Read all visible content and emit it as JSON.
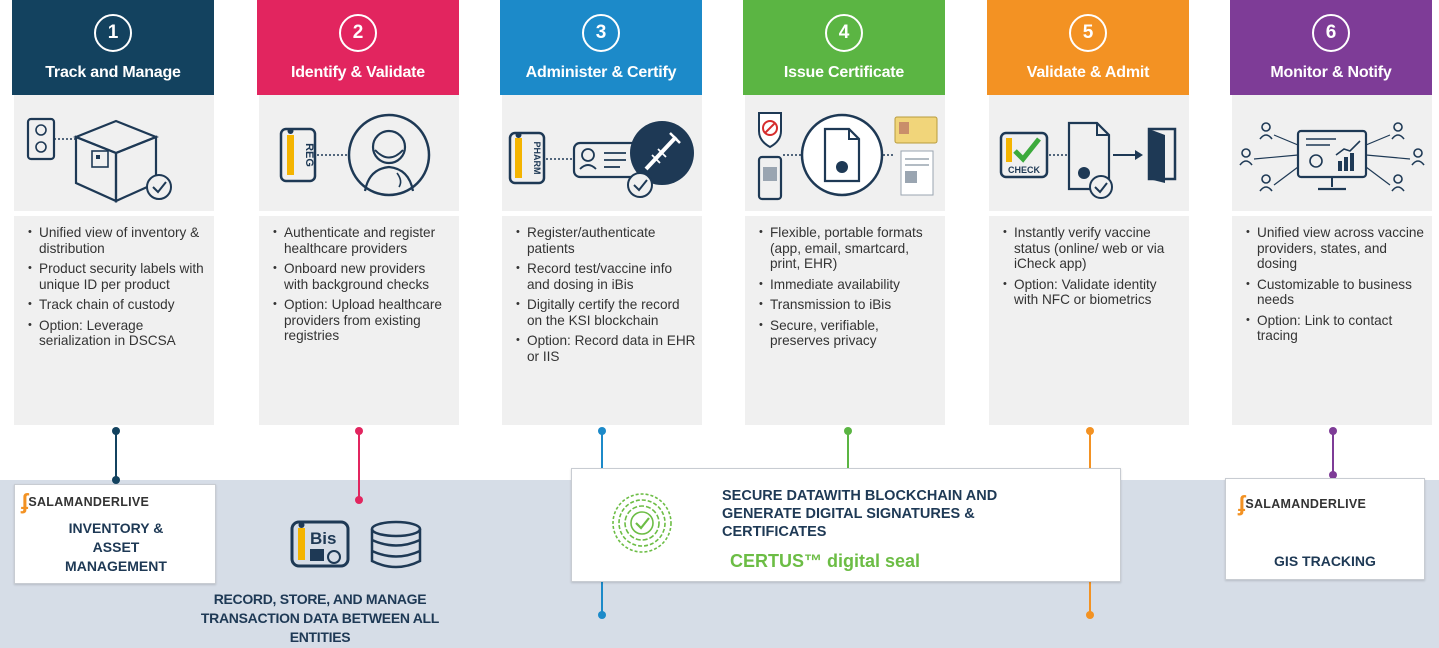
{
  "colors": {
    "step1": "#13425f",
    "step2": "#e2255f",
    "step3": "#1c8ac9",
    "step4": "#5bb543",
    "step5": "#f39223",
    "step6": "#7e3c97",
    "dark_text": "#1e3955",
    "certus_green": "#6cbd45",
    "band": "#d6dde7"
  },
  "steps": [
    {
      "number": "1",
      "title": "Track and Manage",
      "icon": "box-tracking-icon",
      "bullets": [
        "Unified view of inventory & distribution",
        "Product security labels with unique ID per product",
        "Track chain of custody",
        "Option: Leverage serialization in DSCSA"
      ]
    },
    {
      "number": "2",
      "title": "Identify & Validate",
      "icon": "provider-identity-icon",
      "icon_label": "REG",
      "bullets": [
        "Authenticate and register healthcare providers",
        "Onboard new providers with background checks",
        "Option: Upload healthcare providers from existing registries"
      ]
    },
    {
      "number": "3",
      "title": "Administer & Certify",
      "icon": "vaccine-icon",
      "icon_label": "PHARM",
      "bullets": [
        "Register/authenticate patients",
        "Record test/vaccine info and dosing in iBis",
        "Digitally certify the record on the KSI blockchain",
        "Option: Record data in EHR or IIS"
      ]
    },
    {
      "number": "4",
      "title": "Issue Certificate",
      "icon": "certificate-icon",
      "bullets": [
        "Flexible, portable formats (app, email, smartcard, print, EHR)",
        "Immediate availability",
        "Transmission to iBis",
        "Secure, verifiable, preserves privacy"
      ]
    },
    {
      "number": "5",
      "title": "Validate & Admit",
      "icon": "check-admit-icon",
      "icon_label": "CHECK",
      "bullets": [
        "Instantly verify vaccine status (online/ web or via iCheck app)",
        "Option: Validate identity with NFC or biometrics"
      ]
    },
    {
      "number": "6",
      "title": "Monitor & Notify",
      "icon": "monitor-network-icon",
      "bullets": [
        "Unified view across vaccine providers, states, and dosing",
        "Customizable to business needs",
        "Option: Link to contact tracing"
      ]
    }
  ],
  "bottom": {
    "salamander_logo": "SALAMANDERLIVE",
    "inventory": "INVENTORY & ASSET MANAGEMENT",
    "ibis_label": "Bis",
    "record_caption": "RECORD, STORE, AND MANAGE TRANSACTION DATA BETWEEN ALL ENTITIES",
    "secure_caption": "SECURE DATAWITH BLOCKCHAIN AND GENERATE  DIGITAL SIGNATURES & CERTIFICATES",
    "certus": "CERTUS™ digital seal",
    "gis": "GIS TRACKING"
  }
}
